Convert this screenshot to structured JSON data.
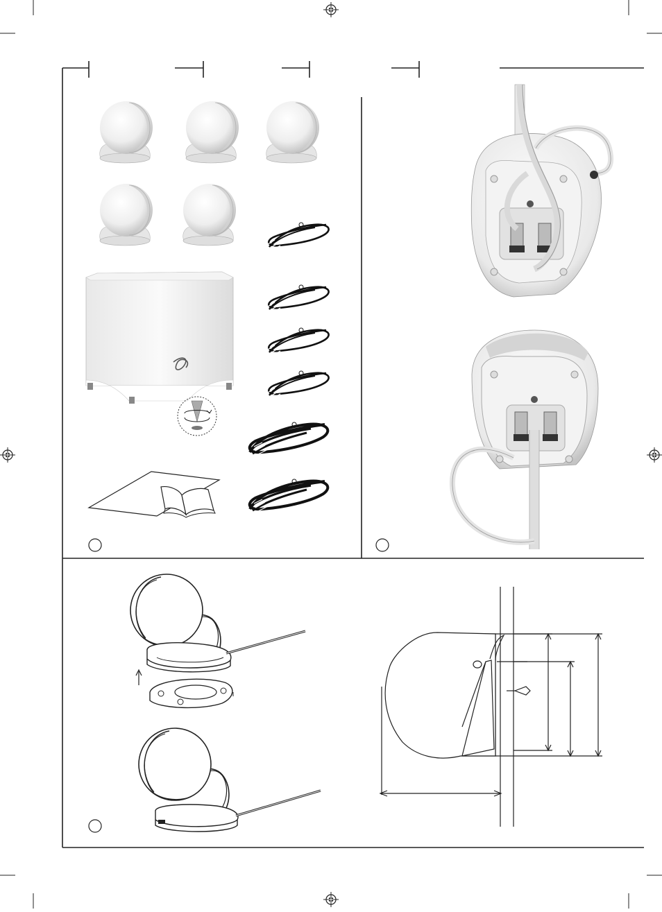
{
  "panels": {
    "contents": {
      "marker": ""
    },
    "wiring": {
      "marker": ""
    },
    "mounting": {
      "marker": ""
    }
  },
  "colors": {
    "line": "#222222",
    "speaker_white": "#f4f4f4",
    "shade": "#d0d0d0",
    "cable_dark": "#111111"
  },
  "icons": {
    "registration": "crosshair-registration-icon",
    "spike_rotate": "rotate-arrows-icon",
    "lift": "up-arrow-icon"
  },
  "contents": {
    "satellite_speaker_count": 5,
    "subwoofer_count": 1,
    "rca_cable_count": 1,
    "speaker_cable_count": 5
  }
}
